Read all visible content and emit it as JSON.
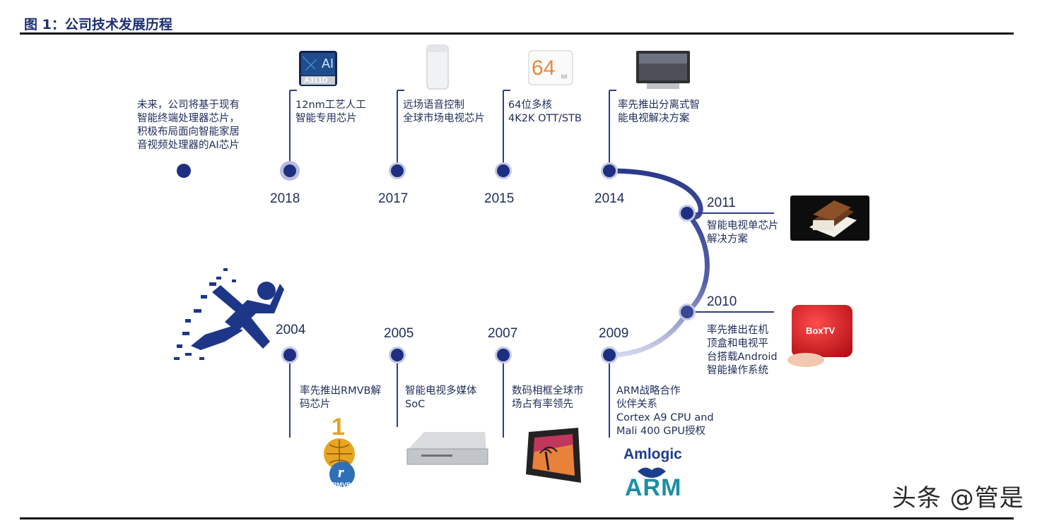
{
  "figure": {
    "title": "图 1：公司技术发展历程"
  },
  "events": [
    {
      "id": "future",
      "year": "",
      "text": "未来，公司将基于现有\n智能终端处理器芯片，\n积极布局面向智能家居\n音视频处理器的AI芯片"
    },
    {
      "id": "y2018",
      "year": "2018",
      "text": "12nm工艺人工\n智能专用芯片"
    },
    {
      "id": "y2017",
      "year": "2017",
      "text": "远场语音控制\n全球市场电视芯片"
    },
    {
      "id": "y2015",
      "year": "2015",
      "text": "64位多核\n4K2K OTT/STB"
    },
    {
      "id": "y2014",
      "year": "2014",
      "text": "率先推出分离式智\n能电视解决方案"
    },
    {
      "id": "y2011",
      "year": "2011",
      "text": "智能电视单芯片\n解决方案"
    },
    {
      "id": "y2010",
      "year": "2010",
      "text": "率先推出在机\n顶盒和电视平\n台搭载Android\n智能操作系统"
    },
    {
      "id": "y2009",
      "year": "2009",
      "text": "ARM战略合作\n伙伴关系\nCortex A9 CPU and\nMali 400 GPU授权"
    },
    {
      "id": "y2007",
      "year": "2007",
      "text": "数码相框全球市\n场占有率领先"
    },
    {
      "id": "y2005",
      "year": "2005",
      "text": "智能电视多媒体\nSoC"
    },
    {
      "id": "y2004",
      "year": "2004",
      "text": "率先推出RMVB解\n码芯片"
    }
  ],
  "icons": {
    "chip_ai": "AI",
    "chip_code": "A311D",
    "icon_64": "64",
    "icon_64_bit": "bit",
    "box_tv": "BoxTV",
    "rank": "1",
    "rmvb_letter": "r",
    "rmvb_label": "RMVB",
    "amlogic": "Amlogic",
    "arm": "ARM"
  },
  "watermark": "头条 @管是",
  "colors": {
    "line_dark": "#2d3d8c",
    "line_mid": "#6670b5",
    "line_light": "#c9cce6",
    "node": "#1e2f82",
    "node_halo": "#b7bcdd",
    "text": "#1f2d5a"
  }
}
